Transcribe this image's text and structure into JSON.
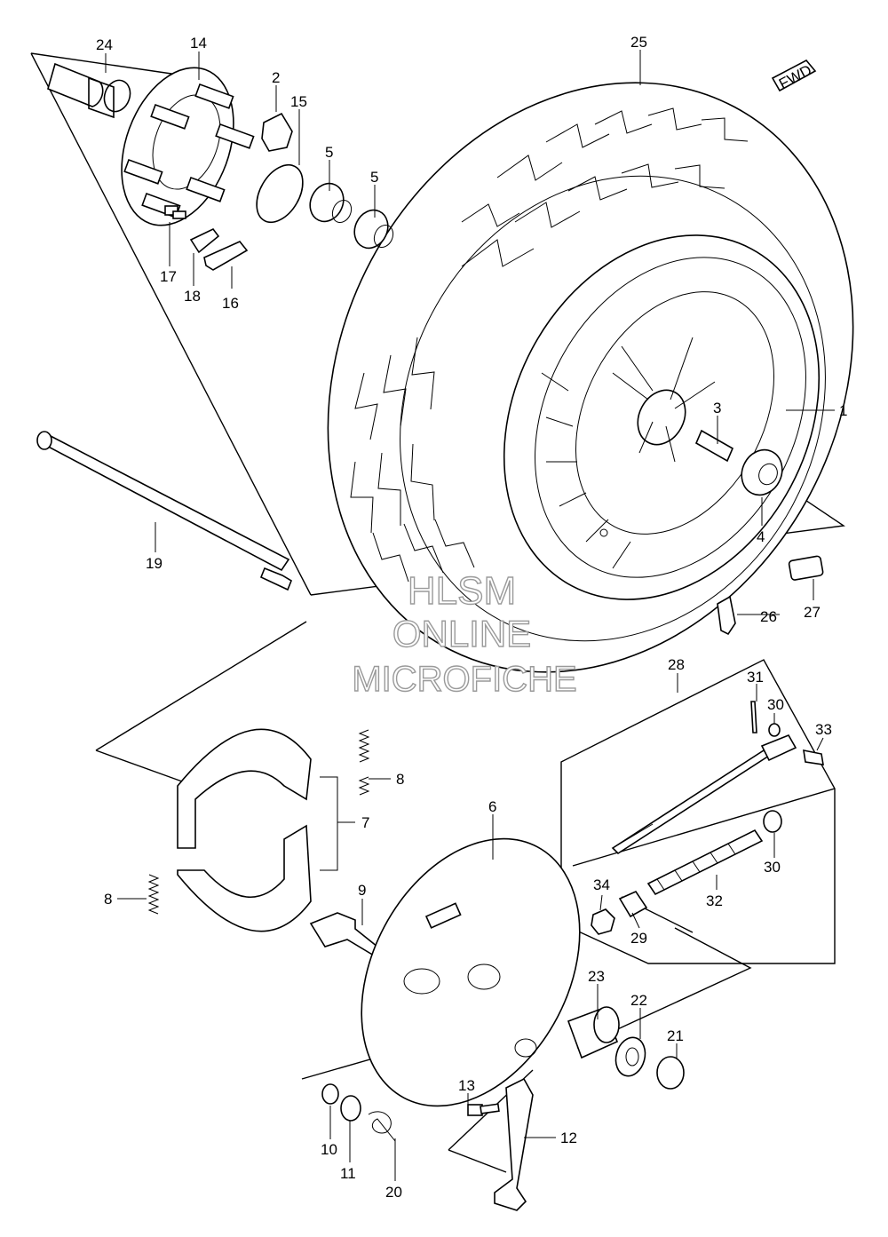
{
  "callouts": {
    "p1": "1",
    "p2": "2",
    "p3": "3",
    "p4": "4",
    "p5a": "5",
    "p5b": "5",
    "p6": "6",
    "p7": "7",
    "p8a": "8",
    "p8b": "8",
    "p9": "9",
    "p10": "10",
    "p11": "11",
    "p12": "12",
    "p13": "13",
    "p14": "14",
    "p15": "15",
    "p16": "16",
    "p17": "17",
    "p18": "18",
    "p19": "19",
    "p20": "20",
    "p21": "21",
    "p22": "22",
    "p23": "23",
    "p24": "24",
    "p25": "25",
    "p26": "26",
    "p27": "27",
    "p28": "28",
    "p29": "29",
    "p30a": "30",
    "p30b": "30",
    "p31": "31",
    "p32": "32",
    "p33": "33",
    "p34": "34"
  },
  "fwd_label": "FWD",
  "watermark": {
    "line1": "HLSM",
    "line2": "ONLINE",
    "line3": "MICROFICHE"
  },
  "colors": {
    "line": "#000000",
    "background": "#ffffff",
    "watermark_outline": "#9a9a9a"
  }
}
